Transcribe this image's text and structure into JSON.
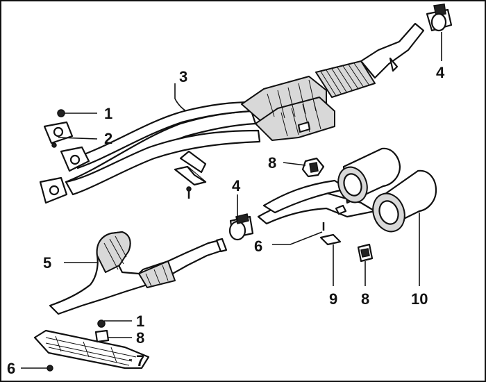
{
  "callouts": [
    {
      "id": "c1a",
      "label": "1"
    },
    {
      "id": "c2",
      "label": "2"
    },
    {
      "id": "c3",
      "label": "3"
    },
    {
      "id": "c4a",
      "label": "4"
    },
    {
      "id": "c4b",
      "label": "4"
    },
    {
      "id": "c5",
      "label": "5"
    },
    {
      "id": "c6a",
      "label": "6"
    },
    {
      "id": "c8a",
      "label": "8"
    },
    {
      "id": "c9",
      "label": "9"
    },
    {
      "id": "c8b",
      "label": "8"
    },
    {
      "id": "c10",
      "label": "10"
    },
    {
      "id": "c1b",
      "label": "1"
    },
    {
      "id": "c8c",
      "label": "8"
    },
    {
      "id": "c7",
      "label": "7"
    },
    {
      "id": "c6b",
      "label": "6"
    }
  ]
}
